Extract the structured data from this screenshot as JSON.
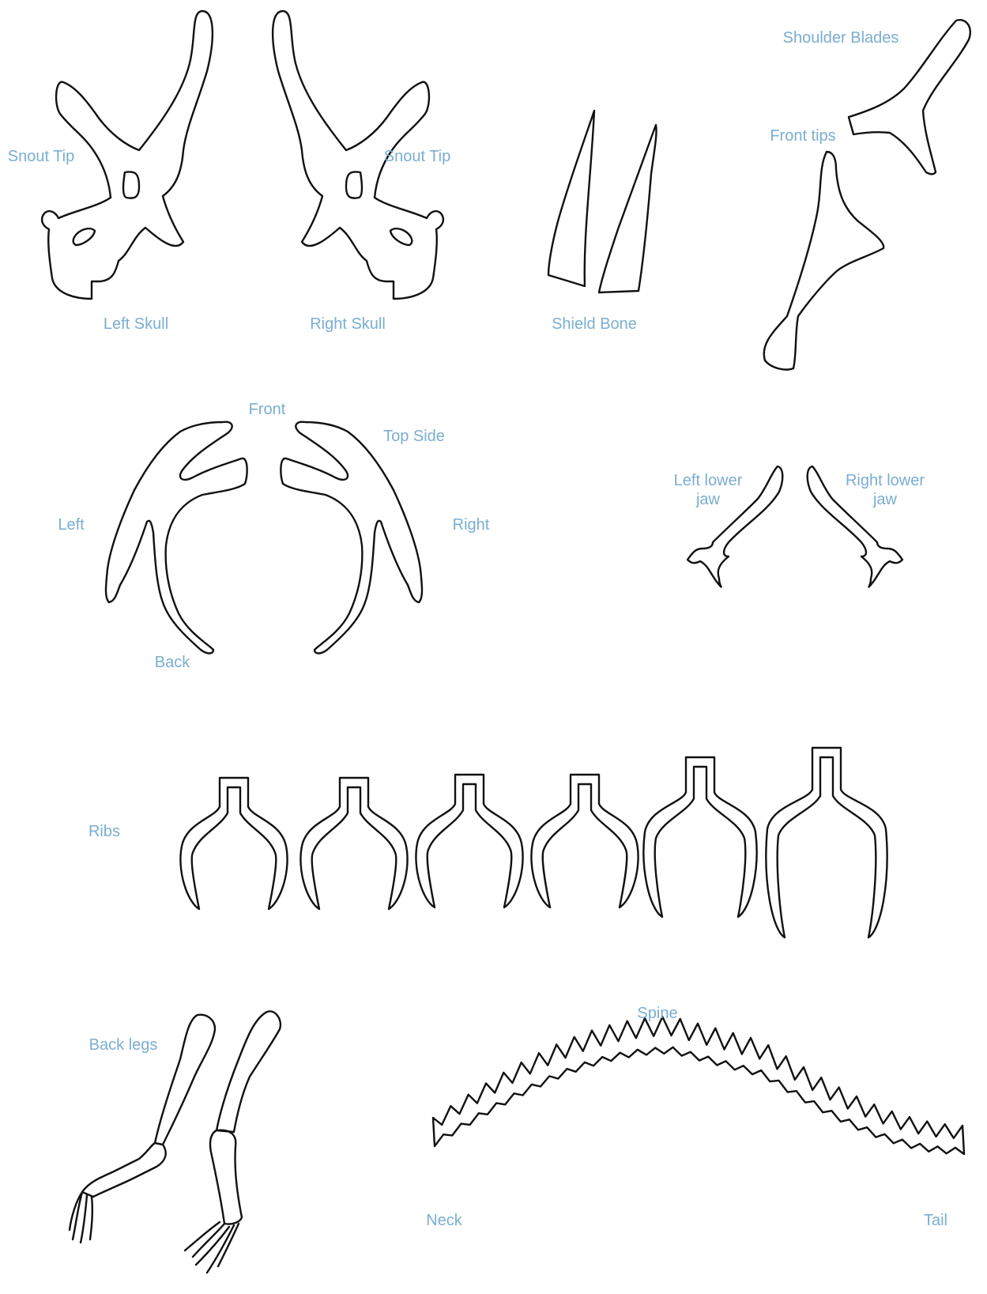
{
  "labels": {
    "snout_tip_left": "Snout Tip",
    "snout_tip_right": "Snout Tip",
    "left_skull": "Left Skull",
    "right_skull": "Right Skull",
    "shield_bone": "Shield Bone",
    "shoulder_blades": "Shoulder Blades",
    "front_tips": "Front tips",
    "front": "Front",
    "top_side": "Top Side",
    "left": "Left",
    "right": "Right",
    "back": "Back",
    "left_lower_jaw_line1": "Left lower",
    "left_lower_jaw_line2": "jaw",
    "right_lower_jaw_line1": "Right lower",
    "right_lower_jaw_line2": "jaw",
    "ribs": "Ribs",
    "back_legs": "Back legs",
    "spine": "Spine",
    "neck": "Neck",
    "tail": "Tail"
  },
  "colors": {
    "label": "#7aaed0",
    "outline": "#111111",
    "background": "#ffffff"
  }
}
